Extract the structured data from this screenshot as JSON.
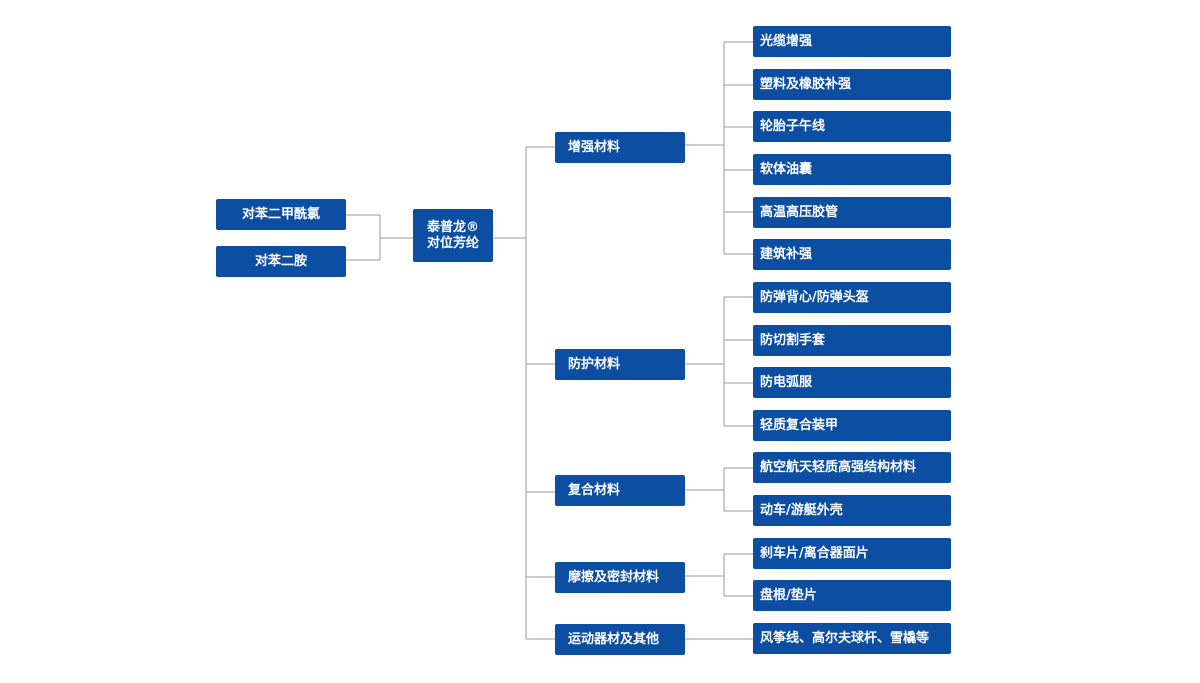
{
  "raw_materials": [
    "对苯二甲酰氯",
    "对苯二胺"
  ],
  "product": {
    "line1": "泰普龙®",
    "line2": "对位芳纶"
  },
  "categories": [
    {
      "name": "增强材料",
      "items": [
        "光缆增强",
        "塑料及橡胶补强",
        "轮胎子午线",
        "软体油囊",
        "高温高压胶管",
        "建筑补强"
      ]
    },
    {
      "name": "防护材料",
      "items": [
        "防弹背心/防弹头盔",
        "防切割手套",
        "防电弧服",
        "轻质复合装甲"
      ]
    },
    {
      "name": "复合材料",
      "items": [
        "航空航天轻质高强结构材料",
        "动车/游艇外壳"
      ]
    },
    {
      "name": "摩擦及密封材料",
      "items": [
        "刹车片/离合器面片",
        "盘根/垫片"
      ]
    },
    {
      "name": "运动器材及其他",
      "items": [
        "风筝线、高尔夫球杆、雪橇等"
      ]
    }
  ],
  "colors": {
    "node_fill": "#0b4ea2",
    "node_text": "#ffffff",
    "connector": "#9a9a9a"
  }
}
